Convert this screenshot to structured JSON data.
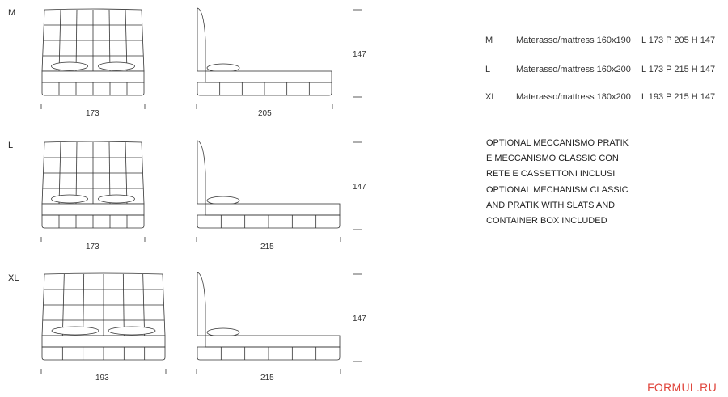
{
  "rows": [
    {
      "code": "M",
      "front_width": "173",
      "side_depth": "205",
      "height": "147"
    },
    {
      "code": "L",
      "front_width": "173",
      "side_depth": "215",
      "height": "147"
    },
    {
      "code": "XL",
      "front_width": "193",
      "side_depth": "215",
      "height": "147"
    }
  ],
  "specs": [
    {
      "code": "M",
      "desc": "Materasso/mattress 160x190",
      "dims": "L 173 P 205 H 147"
    },
    {
      "code": "L",
      "desc": "Materasso/mattress 160x200",
      "dims": "L 173 P 215 H 147"
    },
    {
      "code": "XL",
      "desc": "Materasso/mattress 180x200",
      "dims": "L 193 P 215 H 147"
    }
  ],
  "note_lines": [
    "OPTIONAL MECCANISMO PRATIK",
    "E MECCANISMO CLASSIC CON",
    "RETE E CASSETTONI INCLUSI",
    "OPTIONAL MECHANISM CLASSIC",
    "AND PRATIK WITH SLATS AND",
    "CONTAINER BOX INCLUDED"
  ],
  "brand": "FORMUL.RU",
  "colors": {
    "line": "#333333",
    "brand": "#e0443b"
  }
}
